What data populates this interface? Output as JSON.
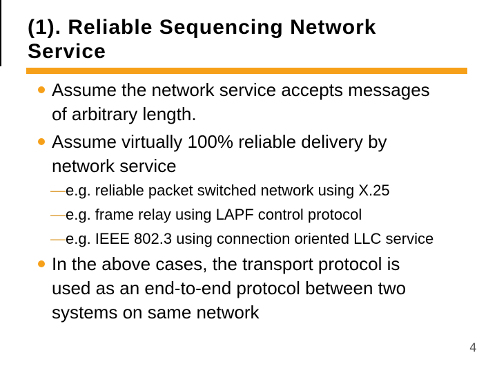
{
  "slide": {
    "title": "(1). Reliable Sequencing Network\nService",
    "sub_bullet_dash": "—",
    "bullets": [
      {
        "text": "Assume the network service accepts messages\nof arbitrary length."
      },
      {
        "text": "Assume virtually 100% reliable delivery by\nnetwork service",
        "sub_bullets": [
          {
            "text": "e.g. reliable packet switched network using X.25"
          },
          {
            "text": "e.g. frame relay using LAPF control protocol"
          },
          {
            "text": "e.g. IEEE 802.3 using connection oriented LLC service"
          }
        ]
      },
      {
        "text": "In the above cases, the transport protocol is\nused as an end-to-end protocol between two\nsystems on same network"
      }
    ],
    "page_number": "4",
    "colors": {
      "accent_orange": "#F6A01A",
      "sub_dash_gold": "#DFA23F",
      "text": "#000000",
      "page_number_gray": "#595959"
    }
  }
}
